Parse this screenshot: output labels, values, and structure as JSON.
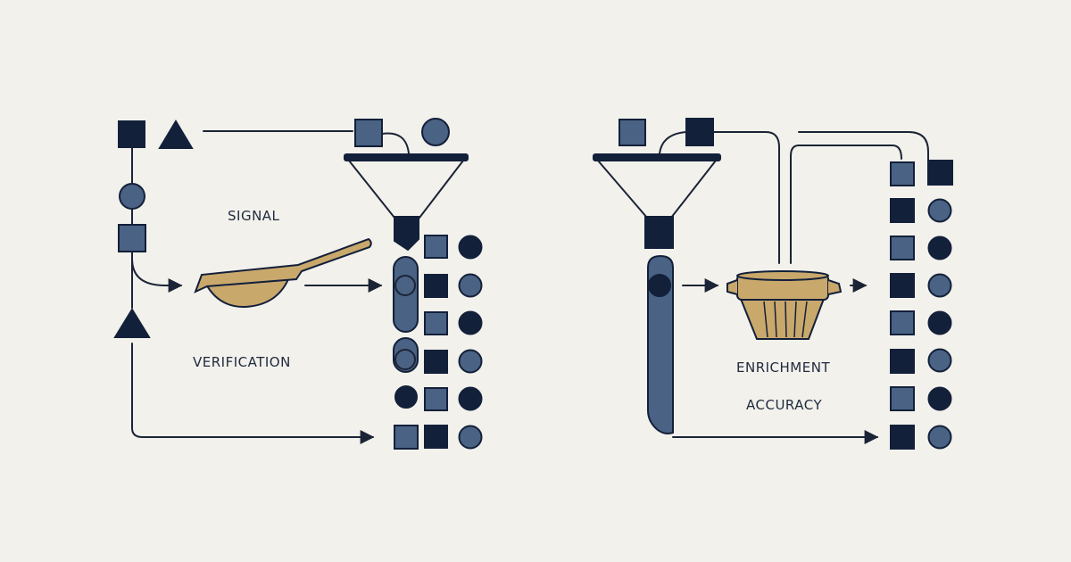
{
  "labels": {
    "signal": "SIGNAL",
    "verification": "VERIFICATION",
    "enrichment": "ENRICHMENT",
    "accuracy": "ACCURACY"
  },
  "colors": {
    "background": "#f3f1ec",
    "dark_navy": "#13203a",
    "slate_blue": "#4a6283",
    "tan": "#c9a86c",
    "stroke": "#1b2436"
  },
  "icons": [
    "square",
    "triangle",
    "circle",
    "funnel",
    "sieve",
    "strainer-basket",
    "arrow"
  ]
}
